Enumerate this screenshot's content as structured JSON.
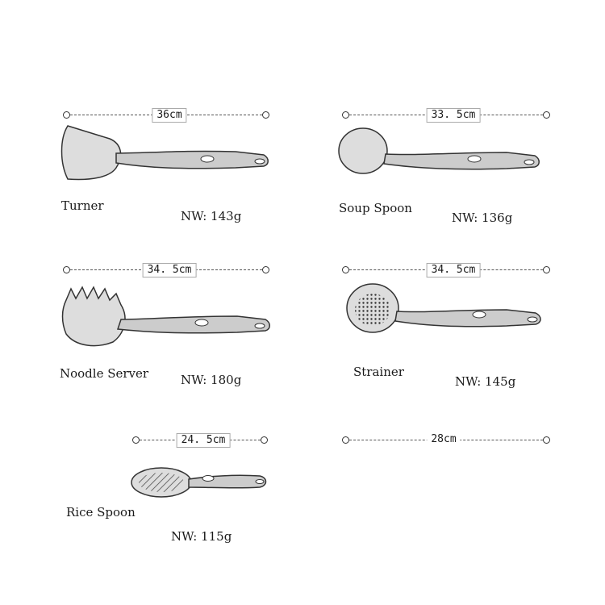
{
  "utensils": [
    {
      "name": "Turner",
      "length": "36cm",
      "weight": "NW: 143g"
    },
    {
      "name": "Soup Spoon",
      "length": "33. 5cm",
      "weight": "NW: 136g"
    },
    {
      "name": "Noodle Server",
      "length": "34. 5cm",
      "weight": "NW: 180g"
    },
    {
      "name": "Strainer",
      "length": "34. 5cm",
      "weight": "NW: 145g"
    },
    {
      "name": "Rice Spoon",
      "length": "24. 5cm",
      "weight": "NW: 115g"
    },
    {
      "name": "",
      "length": "28cm",
      "weight": ""
    }
  ],
  "icons": [
    "turner-icon",
    "soup-spoon-icon",
    "noodle-server-icon",
    "strainer-icon",
    "rice-spoon-icon"
  ]
}
